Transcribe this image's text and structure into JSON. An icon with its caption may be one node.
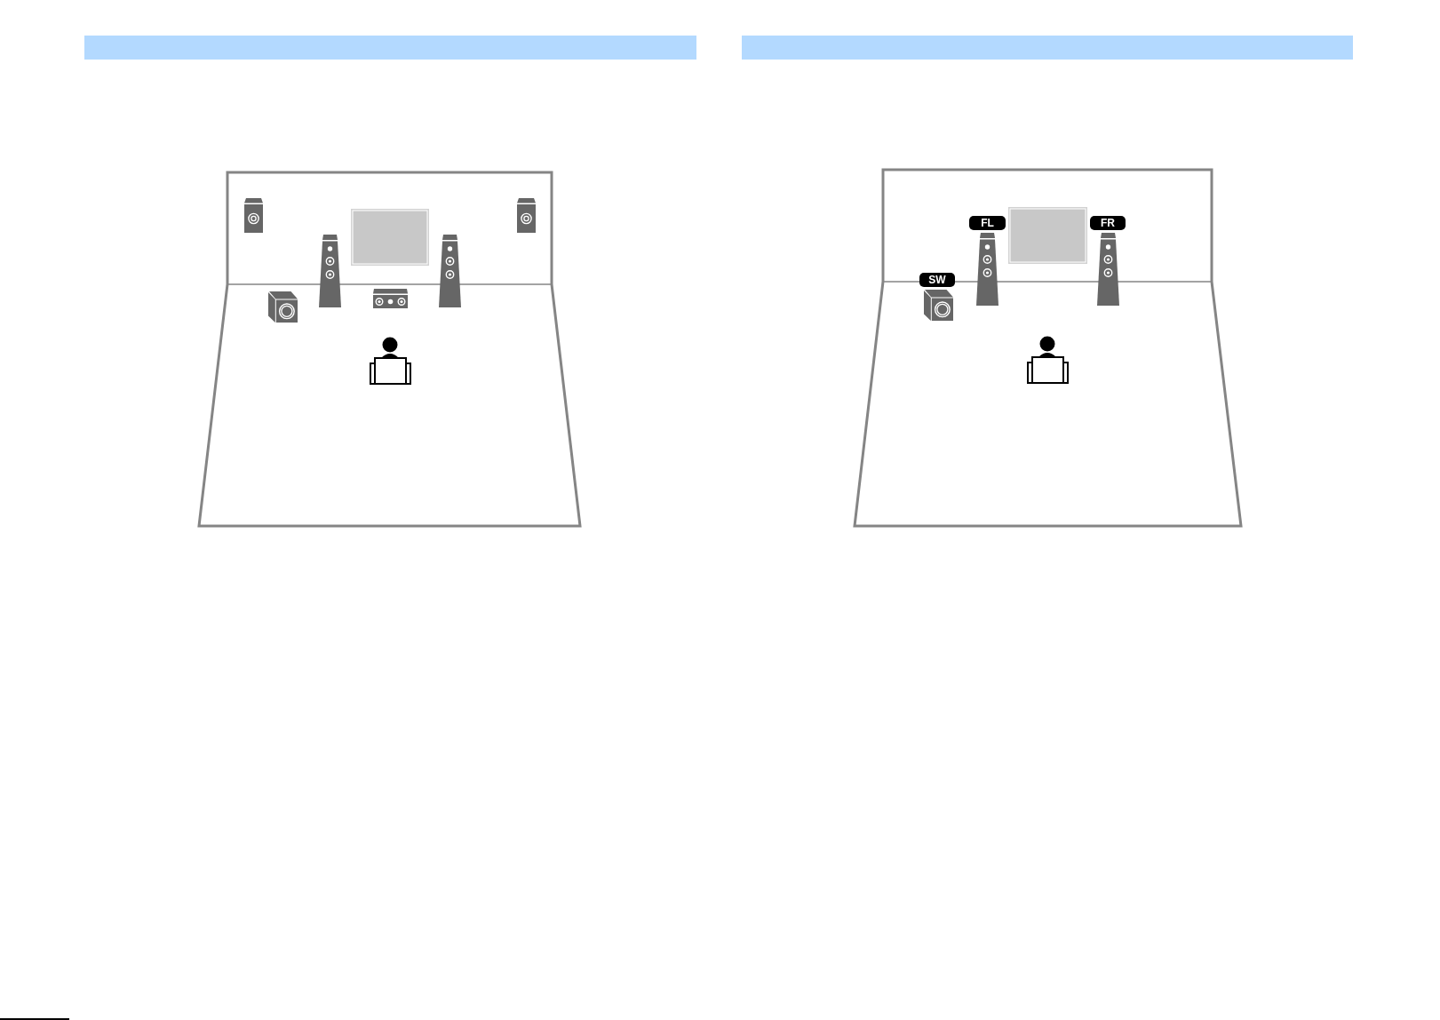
{
  "diagram": {
    "nodes": [
      {
        "text": [
          "FL"
        ]
      },
      {
        "text": [
          "FR"
        ]
      },
      {
        "text": [
          "SW"
        ]
      }
    ]
  }
}
